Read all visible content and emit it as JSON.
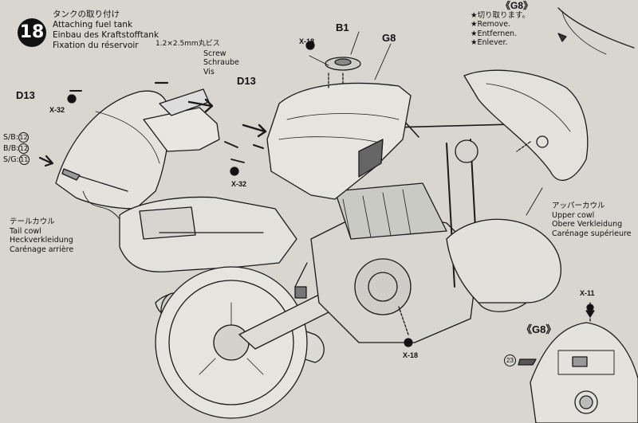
{
  "step": {
    "number": "18",
    "title_jp": "タンクの取り付け",
    "title_en": "Attaching fuel tank",
    "title_de": "Einbau des Kraftstofftank",
    "title_fr": "Fixation du réservoir"
  },
  "screw": {
    "size": "1.2×2.5mm丸ビス",
    "en": "Screw",
    "de": "Schraube",
    "fr": "Vis"
  },
  "parts": {
    "b1": "B1",
    "g8": "G8",
    "d13_left": "D13",
    "d13_center": "D13",
    "x18_top": "X-18",
    "x32_left": "X-32",
    "x32_center": "X-32",
    "x18_bottom": "X-18",
    "x11": "X-11",
    "num23": "23"
  },
  "variants": [
    {
      "code": "S/B:",
      "num": "12"
    },
    {
      "code": "B/B:",
      "num": "12"
    },
    {
      "code": "S/G:",
      "num": "11"
    }
  ],
  "tail_cowl": {
    "jp": "テールカウル",
    "en": "Tail cowl",
    "de": "Heckverkleidung",
    "fr": "Carénage arrière"
  },
  "upper_cowl": {
    "jp": "アッパーカウル",
    "en": "Upper cowl",
    "de": "Obere Verkleidung",
    "fr": "Carénage supérieure"
  },
  "g8_remove_box": {
    "heading": "《G8》",
    "jp": "★切り取ります。",
    "en": "★Remove.",
    "de": "★Entfernen.",
    "fr": "★Enlever."
  },
  "g8_inset": {
    "heading": "《G8》"
  }
}
